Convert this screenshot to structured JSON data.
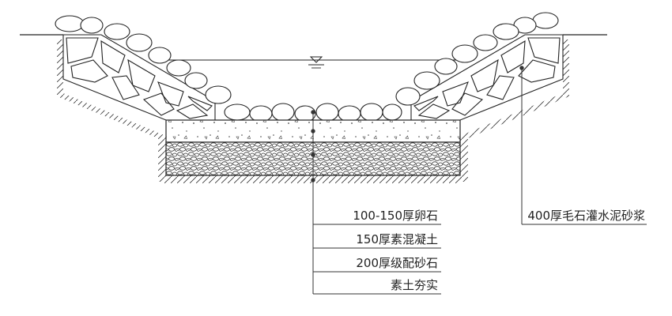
{
  "labels": {
    "pebble_layer": "100-150厚卵石",
    "concrete_layer": "150厚素混凝土",
    "gravel_layer": "200厚级配砂石",
    "compacted_soil": "素土夯实",
    "side_wall": "400厚毛石灌水泥砂浆"
  }
}
